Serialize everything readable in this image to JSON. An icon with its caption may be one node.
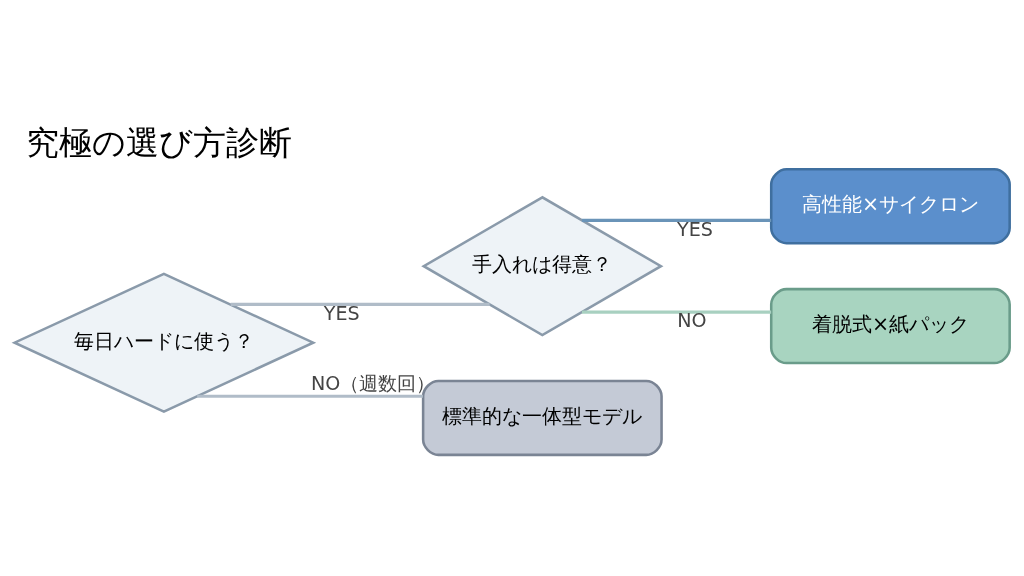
{
  "diagram": {
    "title": "究極の選び方診断",
    "nodes": [
      {
        "text": [
          "毎日ハードに使う？"
        ]
      },
      {
        "text": [
          "手入れは得意？"
        ]
      },
      {
        "text": [
          "高性能×サイクロン"
        ]
      },
      {
        "text": [
          "着脱式×紙パック"
        ]
      },
      {
        "text": [
          "標準的な一体型モデル"
        ]
      }
    ],
    "edges": [
      {
        "from": 0,
        "to": 1,
        "arrow": "none",
        "label": "YES"
      },
      {
        "from": 1,
        "to": 2,
        "arrow": "none",
        "label": "YES",
        "color": "#6a94b8"
      },
      {
        "from": 1,
        "to": 3,
        "arrow": "none",
        "label": "NO",
        "color": "#a8d0c0"
      },
      {
        "from": 0,
        "to": 4,
        "arrow": "none",
        "label": "NO（週数回）"
      }
    ]
  }
}
